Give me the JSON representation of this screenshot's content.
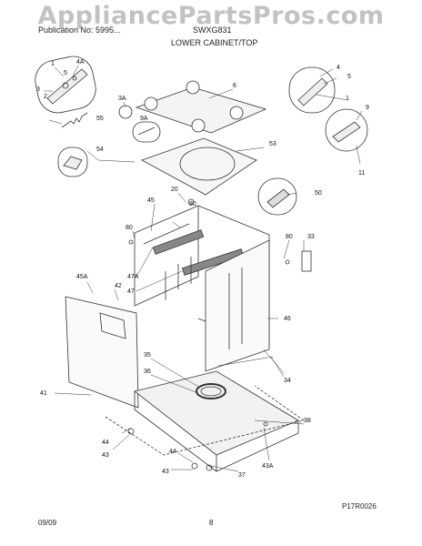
{
  "header": {
    "left_text": "Publication No: 5995...",
    "model": "SWXG831",
    "section": "LOWER CABINET/TOP"
  },
  "watermark": "AppliancePartsPros.com",
  "diagram_code": "P17R0026",
  "footer": {
    "date": "09/09",
    "page": "8"
  },
  "callouts": {
    "c1a": "1",
    "c4a": "4A",
    "c5a": "5",
    "c3": "3",
    "c2": "2",
    "c55": "55",
    "c3a": "3A",
    "c6": "6",
    "c4": "4",
    "c5b": "5",
    "c1b": "1",
    "c9a": "9A",
    "c9": "9",
    "c11": "11",
    "c54": "54",
    "c53": "53",
    "c20": "20",
    "c50": "50",
    "c45": "45",
    "c80a": "80",
    "c80b": "80",
    "c80c": "80",
    "c33": "33",
    "c47a": "47A",
    "c47": "47",
    "c45a": "45A",
    "c42": "42",
    "c46": "46",
    "c35": "35",
    "c36": "36",
    "c34": "34",
    "c41": "41",
    "c38": "38",
    "c44a": "44",
    "c43a": "43",
    "c44b": "44",
    "c43b": "43",
    "c37": "37",
    "c43c": "43A"
  }
}
